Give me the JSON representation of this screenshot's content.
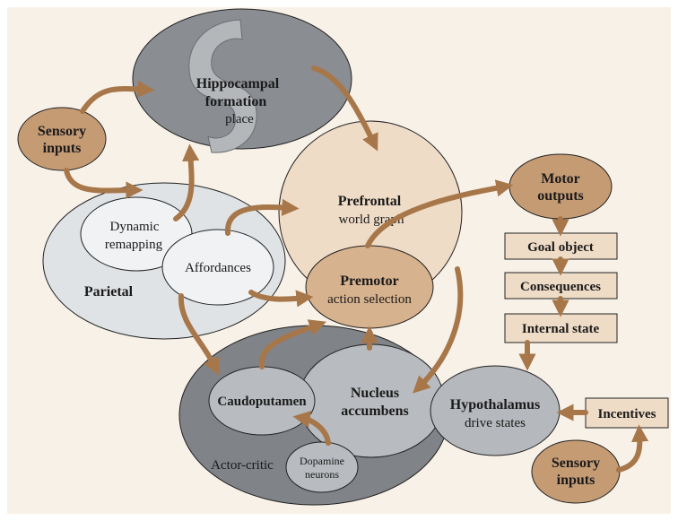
{
  "colors": {
    "background": "#f8f1e8",
    "arrow": "#a7774a",
    "brown_node": "#c59b74",
    "box_fill": "#efdcc7",
    "prefrontal": "#efdcc7",
    "premotor": "#d7b28e",
    "parietal": "#dfe3e6",
    "inner_light": "#f0f2f3",
    "hippocampus": "#8a8d92",
    "seahorse": "#b4b7ba",
    "basal_outer": "#808388",
    "basal_inner": "#b8bbbf",
    "hypothalamus": "#b5b8bc",
    "text": "#1a1a1a"
  },
  "nodes": {
    "hippocampal": {
      "title_line1": "Hippocampal",
      "title_line2": "formation",
      "sub": "place"
    },
    "sensory_top": {
      "line1": "Sensory",
      "line2": "inputs"
    },
    "prefrontal": {
      "title": "Prefrontal",
      "sub": "world graph"
    },
    "motor": {
      "line1": "Motor",
      "line2": "outputs"
    },
    "dynamic": {
      "line1": "Dynamic",
      "line2": "remapping"
    },
    "affordances": {
      "label": "Affordances"
    },
    "parietal": {
      "label": "Parietal"
    },
    "premotor": {
      "title": "Premotor",
      "sub": "action selection"
    },
    "goal": {
      "label": "Goal object"
    },
    "consequences": {
      "label": "Consequences"
    },
    "internal": {
      "label": "Internal state"
    },
    "caudoputamen": {
      "label": "Caudoputamen"
    },
    "nucleus": {
      "line1": "Nucleus",
      "line2": "accumbens"
    },
    "actor_critic": {
      "label": "Actor-critic"
    },
    "dopamine": {
      "line1": "Dopamine",
      "line2": "neurons"
    },
    "hypothalamus": {
      "title": "Hypothalamus",
      "sub": "drive states"
    },
    "incentives": {
      "label": "Incentives"
    },
    "sensory_bottom": {
      "line1": "Sensory",
      "line2": "inputs"
    }
  }
}
